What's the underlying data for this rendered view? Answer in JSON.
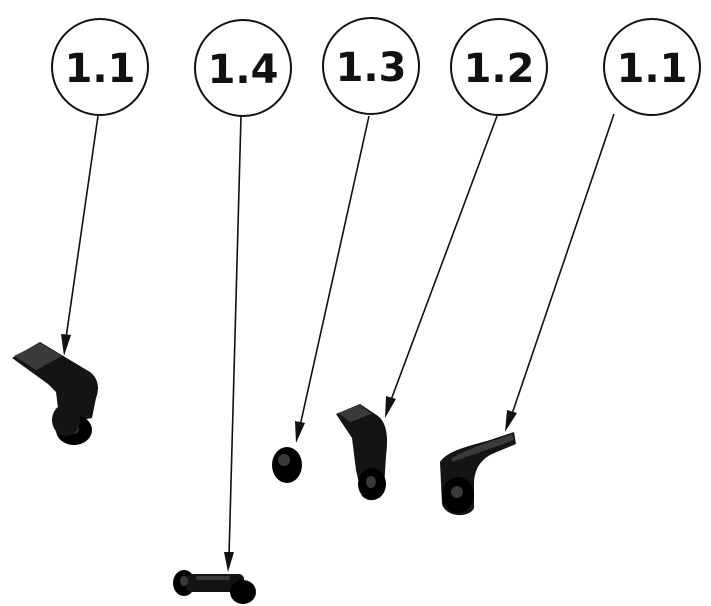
{
  "diagram": {
    "callouts": [
      {
        "id": "callout-1",
        "label": "1.1"
      },
      {
        "id": "callout-2",
        "label": "1.4"
      },
      {
        "id": "callout-3",
        "label": "1.3"
      },
      {
        "id": "callout-4",
        "label": "1.2"
      },
      {
        "id": "callout-5",
        "label": "1.1"
      }
    ],
    "colors": {
      "ink": "#111111",
      "part": "#141414",
      "background": "#ffffff"
    }
  }
}
